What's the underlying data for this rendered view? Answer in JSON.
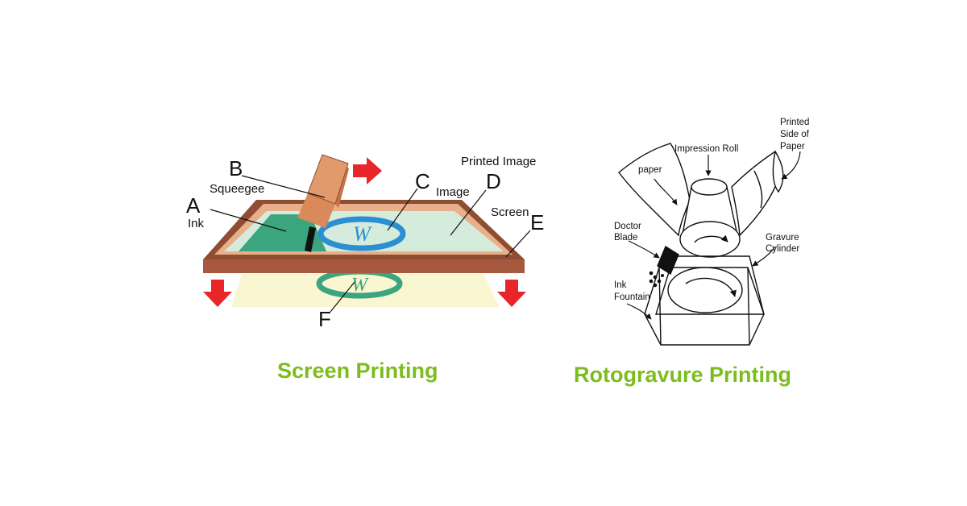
{
  "screen_printing": {
    "caption": "Screen Printing",
    "letters": {
      "a": "A",
      "b": "B",
      "c": "C",
      "d": "D",
      "e": "E",
      "f": "F"
    },
    "labels": {
      "ink": "Ink",
      "squeegee": "Squeegee",
      "image": "Image",
      "printed_image": "Printed Image",
      "screen": "Screen"
    },
    "logo_glyph": "W",
    "colors": {
      "frame": "#a6593f",
      "frame_inner": "#e8b08a",
      "screen": "#d5ecdd",
      "ink": "#3aa57e",
      "image_ring": "#2b8fd1",
      "arrow": "#e8262a",
      "paper": "#fbf6d2",
      "squeegee": "#d9895a"
    }
  },
  "rotogravure": {
    "caption": "Rotogravure Printing",
    "labels": {
      "impression_roll": "Impression Roll",
      "printed_side": [
        "Printed",
        "Side of",
        "Paper"
      ],
      "paper": "paper",
      "doctor_blade": [
        "Doctor",
        "Blade"
      ],
      "gravure_cylinder": [
        "Gravure",
        "Cylinder"
      ],
      "ink_fountain": [
        "Ink",
        "Fountain"
      ]
    }
  }
}
